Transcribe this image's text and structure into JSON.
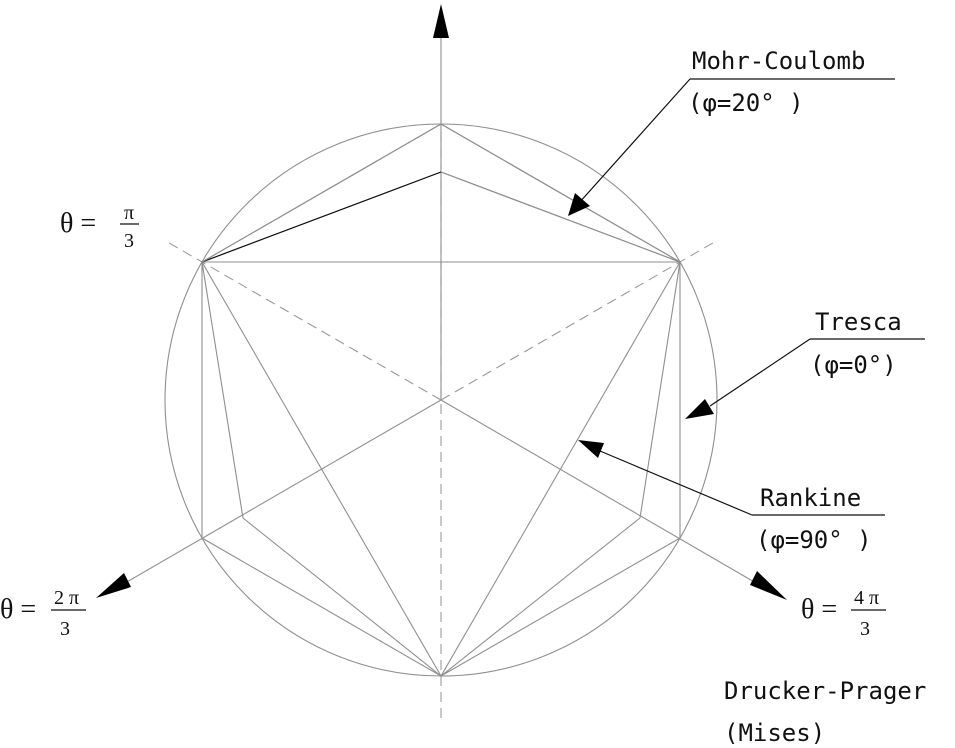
{
  "labels": {
    "mohr_coulomb_name": "Mohr-Coulomb",
    "mohr_coulomb_angle": "(φ=20° )",
    "tresca_name": "Tresca",
    "tresca_angle": "(φ=0°)",
    "rankine_name": "Rankine",
    "rankine_angle": "(φ=90° )",
    "drucker_prager_name": "Drucker-Prager",
    "drucker_prager_sub": "(Mises)"
  },
  "theta_labels": {
    "pi_over_3": {
      "prefix": "θ =",
      "numerator": "π",
      "denominator": "3"
    },
    "two_pi_over_3": {
      "prefix": "θ =",
      "numerator": "2 π",
      "denominator": "3"
    },
    "four_pi_over_3": {
      "prefix": "θ =",
      "numerator": "4 π",
      "denominator": "3"
    }
  }
}
